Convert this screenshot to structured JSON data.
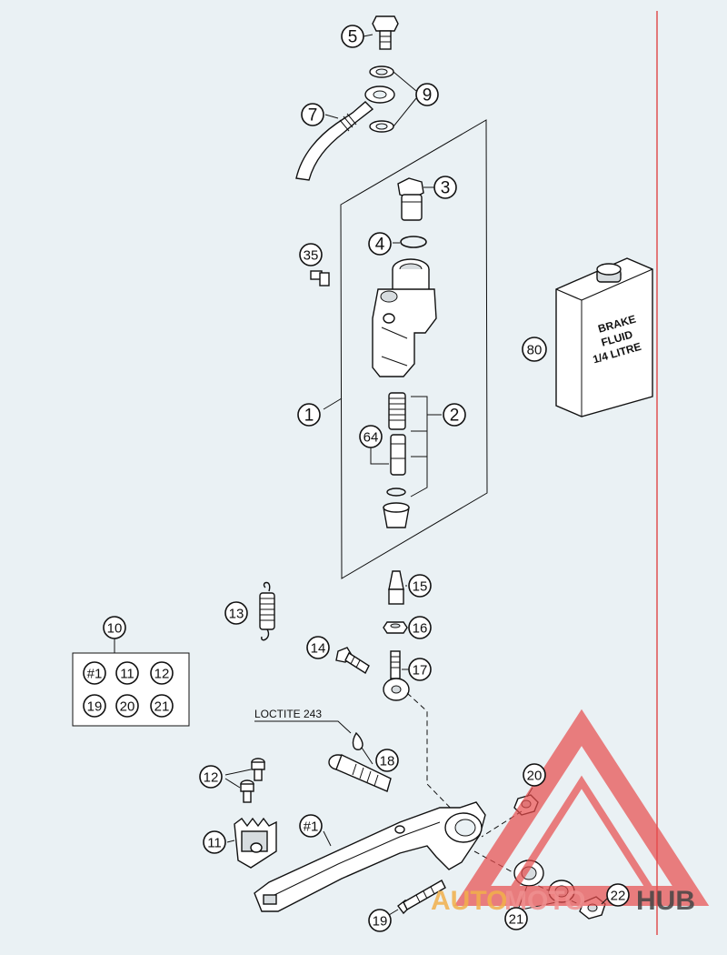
{
  "callouts": {
    "c5": "5",
    "c9": "9",
    "c7": "7",
    "c3": "3",
    "c4": "4",
    "c35": "35",
    "c80": "80",
    "c1": "1",
    "c2": "2",
    "c64": "64",
    "c15": "15",
    "c16": "16",
    "c13": "13",
    "c14": "14",
    "c17": "17",
    "c10": "10",
    "c18": "18",
    "c12": "12",
    "c20": "20",
    "c11": "11",
    "c1b": "#1",
    "c19": "19",
    "c21": "21",
    "c22": "22"
  },
  "kit": [
    "#1",
    "11",
    "12",
    "19",
    "20",
    "21"
  ],
  "note": "LOCTITE 243",
  "brake_fluid": {
    "line1": "BRAKE",
    "line2": "FLUID",
    "line3": "1/4 LITRE"
  },
  "watermark": {
    "a": "AUTO",
    "b": "MOTO",
    "c": "HUB",
    "color_a": "#f2b04a",
    "color_b": "#f09090",
    "color_c": "#444444"
  },
  "colors": {
    "background": "#eaf1f4",
    "margin_line": "#e05050",
    "watermark_red": "#e84c4c"
  }
}
